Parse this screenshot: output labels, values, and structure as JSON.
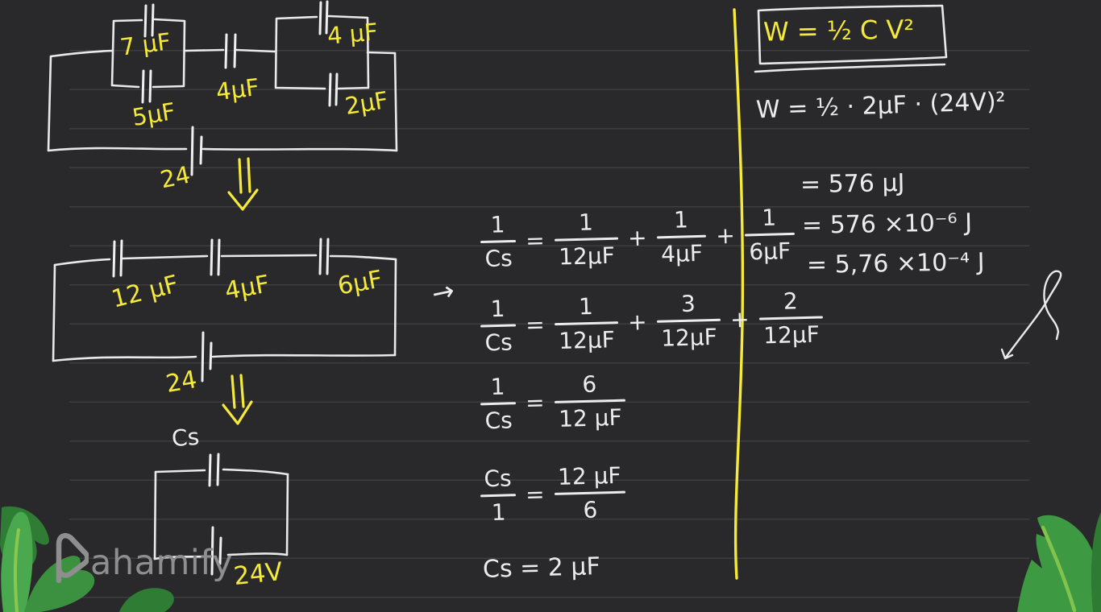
{
  "palette": {
    "background": "#29292b",
    "rule_line": "#3d3d40",
    "ink_white": "#ececec",
    "ink_yellow": "#f5e93a",
    "logo_gray": "#8e8e8e",
    "leaf_green": "#3e9a42",
    "leaf_dark_green": "#2e7b33",
    "leaf_vein_green": "#82c34c"
  },
  "symbols": {
    "equals": "=",
    "plus": "+",
    "implies_arrow": "→"
  },
  "brand": {
    "name": "Pahamify",
    "wordmark": "ahamify"
  },
  "circuit_parallel": {
    "cap_top_left": "7 μF",
    "cap_bottom_left": "5μF",
    "cap_series_mid": "4μF",
    "cap_top_right": "4 μF",
    "cap_bottom_right": "2μF",
    "battery": "24"
  },
  "circuit_series": {
    "cap1": "12 μF",
    "cap2": "4μF",
    "cap3": "6μF",
    "battery": "24"
  },
  "circuit_equivalent": {
    "cap": "Cs",
    "battery": "24V"
  },
  "equations": {
    "reciprocal_sum": {
      "lhs": {
        "num": "1",
        "den": "Cs"
      },
      "terms": [
        {
          "num": "1",
          "den": "12μF"
        },
        {
          "num": "1",
          "den": "4μF"
        },
        {
          "num": "1",
          "den": "6μF"
        }
      ]
    },
    "common_denominator": {
      "lhs": {
        "num": "1",
        "den": "Cs"
      },
      "terms": [
        {
          "num": "1",
          "den": "12μF"
        },
        {
          "num": "3",
          "den": "12μF"
        },
        {
          "num": "2",
          "den": "12μF"
        }
      ]
    },
    "sum": {
      "lhs": {
        "num": "1",
        "den": "Cs"
      },
      "rhs": {
        "num": "6",
        "den": "12 μF"
      }
    },
    "inverted": {
      "lhs": {
        "num": "Cs",
        "den": "1"
      },
      "rhs": {
        "num": "12 μF",
        "den": "6"
      }
    },
    "result": "Cs = 2 μF"
  },
  "energy_solution": {
    "formula": "W = ½ C V²",
    "substitution": "W = ½ · 2μF · (24V)²",
    "step1": "= 576 μJ",
    "step2": "= 576 ×10⁻⁶ J",
    "step3": "= 5,76 ×10⁻⁴ J"
  }
}
